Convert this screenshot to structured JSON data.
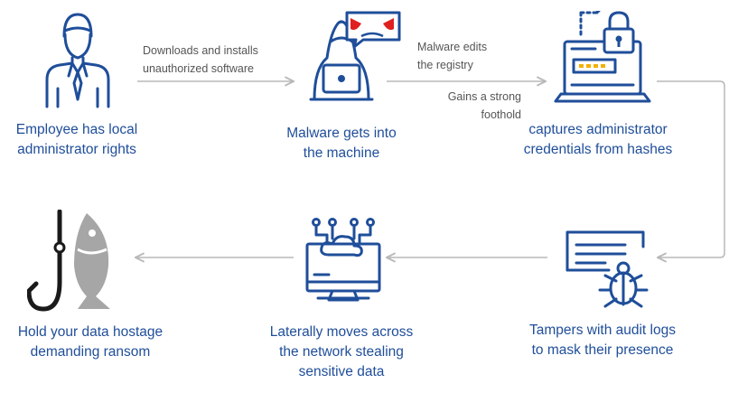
{
  "nodes": [
    {
      "id": "employee",
      "icon": "employee-icon",
      "label_line1": "Employee has local",
      "label_line2": "administrator rights"
    },
    {
      "id": "malware",
      "icon": "hacker-laptop-icon",
      "label_line1": "Malware gets into",
      "label_line2": "the machine"
    },
    {
      "id": "credentials",
      "icon": "laptop-lock-icon",
      "label_line1": "captures administrator",
      "label_line2": "credentials from hashes"
    },
    {
      "id": "audit",
      "icon": "bug-document-icon",
      "label_line1": "Tampers with audit logs",
      "label_line2": "to mask their presence"
    },
    {
      "id": "lateral",
      "icon": "cloud-network-icon",
      "label_line1": "Laterally moves across",
      "label_line2": "the network stealing",
      "label_line3": "sensitive data"
    },
    {
      "id": "ransom",
      "icon": "fishhook-fish-icon",
      "label_line1": "Hold your data hostage",
      "label_line2": "demanding ransom"
    }
  ],
  "edges": [
    {
      "from": "employee",
      "to": "malware",
      "label_line1": "Downloads and installs",
      "label_line2": "unauthorized software"
    },
    {
      "from": "malware",
      "to": "credentials",
      "label_above_line1": "Malware edits",
      "label_above_line2": "the registry",
      "label_below_line1": "Gains a strong",
      "label_below_line2": "foothold"
    },
    {
      "from": "credentials",
      "to": "audit"
    },
    {
      "from": "audit",
      "to": "lateral"
    },
    {
      "from": "lateral",
      "to": "ransom"
    }
  ],
  "colors": {
    "primary": "#1f4e9a",
    "connector": "#b8b8b8",
    "hacker_mask": "#e02020",
    "fish": "#a6a6a6"
  }
}
